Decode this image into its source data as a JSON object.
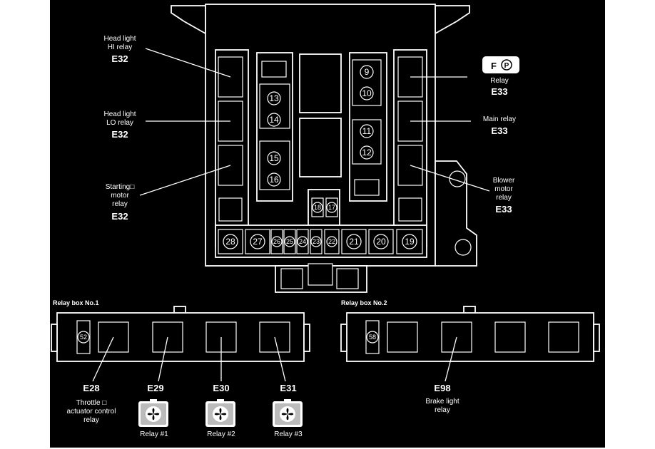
{
  "labels": {
    "headlight_hi": [
      "Head light",
      "HI relay"
    ],
    "headlight_lo": [
      "Head light",
      "LO relay"
    ],
    "starting_motor": [
      "Starting□",
      "motor",
      "relay"
    ],
    "efi_relay": "Relay",
    "main_relay": "Main relay",
    "blower_motor": [
      "Blower",
      "motor",
      "relay"
    ],
    "throttle": [
      "Throttle □",
      "actuator control",
      "relay"
    ],
    "brake_light": [
      "Brake light",
      "relay"
    ]
  },
  "codes": {
    "e32": "E32",
    "e33": "E33",
    "e28": "E28",
    "e29": "E29",
    "e30": "E30",
    "e31": "E31",
    "e98": "E98"
  },
  "relay_boxes": {
    "box1_title": "Relay box No.1",
    "box2_title": "Relay box No.2",
    "box1_fuse": "52",
    "box2_fuse": "58"
  },
  "fuses": {
    "f9": "9",
    "f10": "10",
    "f11": "11",
    "f12": "12",
    "f13": "13",
    "f14": "14",
    "f15": "15",
    "f16": "16",
    "f17": "17",
    "f18": "18",
    "f19": "19",
    "f20": "20",
    "f21": "21",
    "f22": "22",
    "f23": "23",
    "f24": "24",
    "f25": "25",
    "f26": "26",
    "f27": "27",
    "f28": "28"
  },
  "relay_icons": {
    "r1": "Relay #1",
    "r2": "Relay #2",
    "r3": "Relay #3"
  },
  "efi_icon": "F₁P"
}
